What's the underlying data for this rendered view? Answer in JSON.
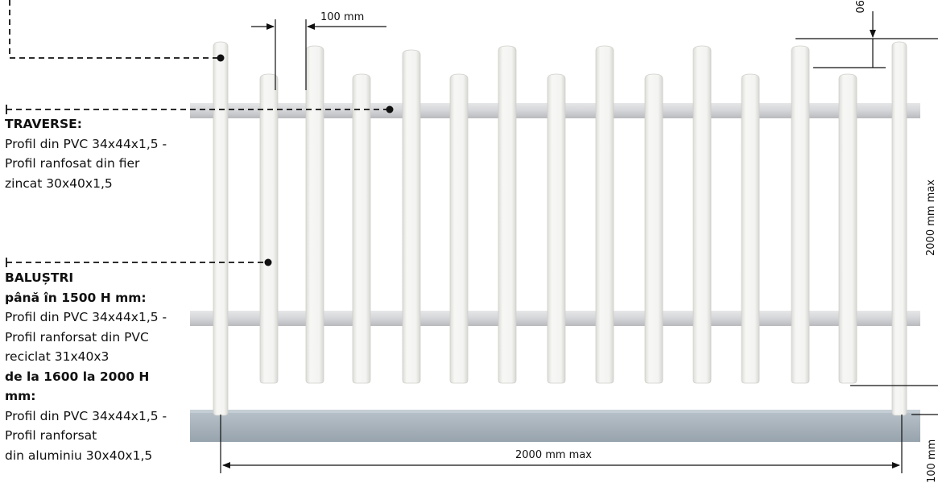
{
  "dimensions": {
    "picket_spacing": "100 mm",
    "top_offset": "90",
    "max_height": "2000 mm max",
    "max_width": "2000 mm max",
    "base_height": "100 mm"
  },
  "traverse": {
    "title": "TRAVERSE:",
    "lines": [
      "Profil din PVC 34x44x1,5 -",
      "Profil ranfosat din fier",
      "zincat  30x40x1,5"
    ]
  },
  "balustri": {
    "title1": "BALUȘTRI",
    "title2": "până în 1500 H mm:",
    "lines1": [
      "Profil din PVC 34x44x1,5 -",
      "Profil ranforsat din PVC",
      "reciclat 31x40x3"
    ],
    "title3": "de la 1600 la 2000 H",
    "title3b": "mm:",
    "lines2": [
      "Profil din PVC 34x44x1,5 -",
      "Profil ranforsat",
      "din aluminiu 30x40x1,5"
    ]
  },
  "colors": {
    "picket": "#f3f3f1",
    "rail": "#d9dadc",
    "base": "#a9b4bd",
    "leader": "#111111"
  }
}
